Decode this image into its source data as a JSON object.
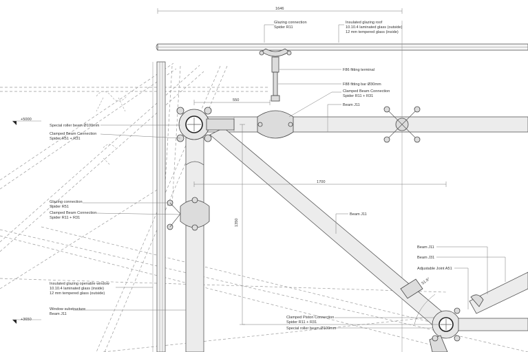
{
  "labels": {
    "dim_top": "1646",
    "dim_550": "550",
    "dim_1700": "1700",
    "dim_1350": "1350",
    "angle": "51.5°",
    "level_5000": "+5000",
    "level_3650": "+3650",
    "glazing_conn_top_1": "Glazing connection",
    "glazing_conn_top_2": "Spider R11",
    "roof_1": "Insulated glazing roof",
    "roof_2": "10.10.4 laminated glass (outside)",
    "roof_3": "12 mm tempered glass (inside)",
    "f86_terminal": "F86 fitting terminal",
    "f88_bar": "F88 fitting bar Ø30mm",
    "clamped_r11_top_1": "Clamped Beam Connection",
    "clamped_r11_top_2": "Spider R11 + R31",
    "beam_j11_top": "Beam J11",
    "special_roller_left": "Special roller beam Ø100mm",
    "clamped_r51_1": "Clamped Beam Connection",
    "clamped_r51_2": "Spider R51 + R31",
    "glazing_r51_1": "Glazing connection",
    "glazing_r51_2": "Spider R51",
    "clamped_r11_mid_1": "Clamped Beam Connection",
    "clamped_r11_mid_2": "Spider R11 + R31",
    "beam_j11_mid": "Beam J11",
    "beam_j11_right": "Beam J11",
    "beam_j31_right": "Beam J31",
    "adjustable_a51": "Adjustable Joint A51",
    "window_1": "Insulated glazing openable window",
    "window_2": "10.10.4 laminated glass (inside)",
    "window_3": "12 mm tempered glass (outside)",
    "window_sub_1": "Window substructure",
    "window_sub_2": "Beam J11",
    "piston_1": "Clamped Piston Connection",
    "piston_2": "Spider R11 + R31",
    "special_roller_bottom": "Special roller beam Ø100mm"
  }
}
